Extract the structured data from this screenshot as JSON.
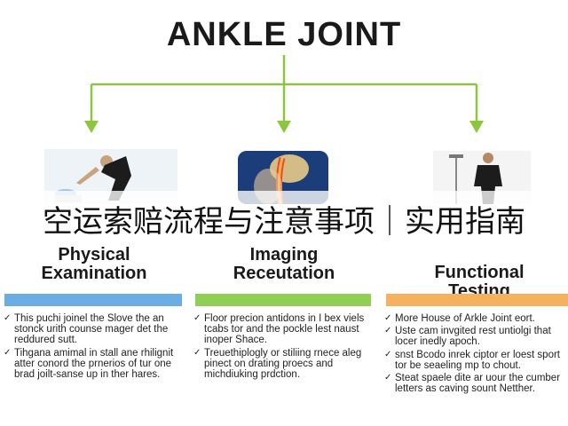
{
  "title": "ANKLE JOINT",
  "banner": "空运索赔流程与注意事项｜实用指南",
  "colors": {
    "connector": "#8cc63f",
    "bar_blue": "#6aaee3",
    "bar_green": "#8fcf56",
    "bar_orange": "#f5b15e"
  },
  "columns": [
    {
      "title_line1": "Physical",
      "title_line2": "Examination",
      "items": [
        "This puchi joinel the Slove the an stonck urith counse mager det the reddured sutt.",
        "Tihgana amimal in stall ane rhilignit atter conord the prnerios of tur one brad joilt-sanse up in ther hares."
      ]
    },
    {
      "title_line1": "Imaging",
      "title_line2": "Receutation",
      "items": [
        "Floor precion antidons in I bex viels tcabs tor and the pockle lest naust inoper Shace.",
        "Treuethiplogly or stiliing rnece aleg pinect on drating proecs and michdiuking prdction."
      ]
    },
    {
      "title_line1": "Functional",
      "title_line2": "Testing",
      "items": [
        "More House of Arkle Joint eort.",
        "Uste cam invgited rest untiolgi that locer inedly apoch.",
        "snst Bcodo inrek ciptor er loest sport tor be seaeling mp to chout.",
        "Steat spaele dite ar uour the cumber letters as caving sount Netther."
      ]
    }
  ]
}
